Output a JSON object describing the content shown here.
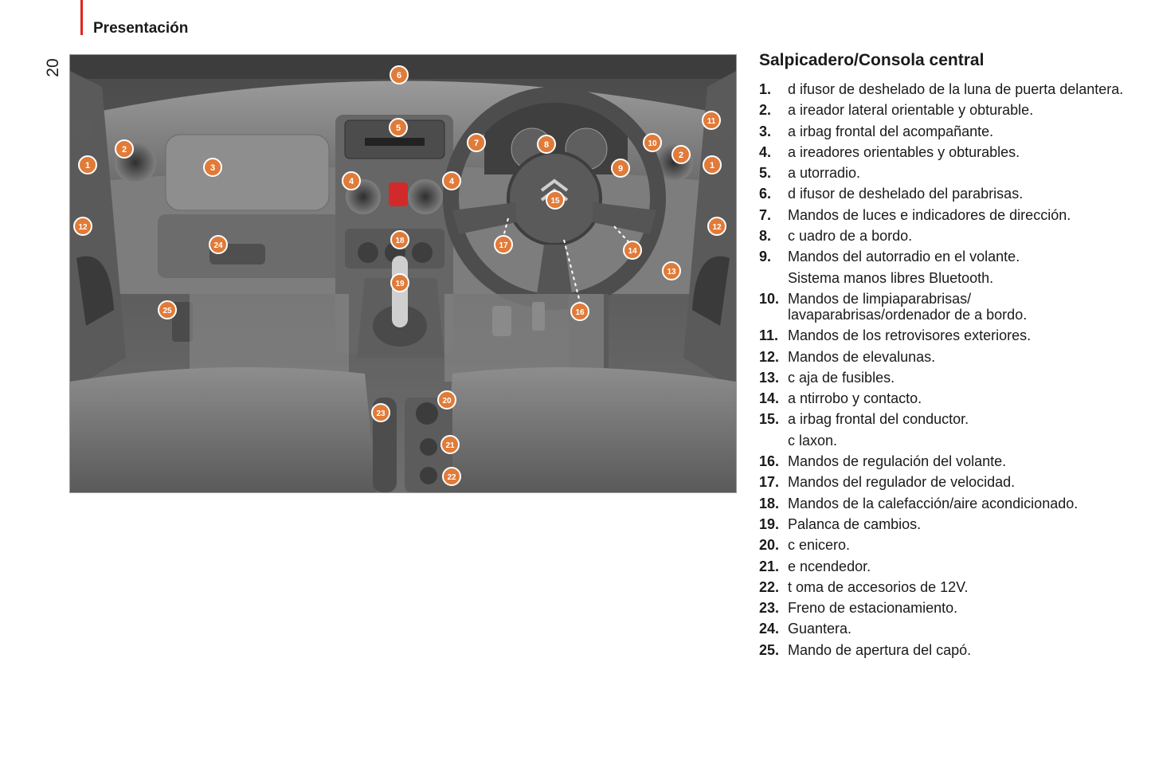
{
  "header": {
    "section_title": "Presentación",
    "page_number": "20"
  },
  "figure": {
    "callouts": [
      "1",
      "2",
      "3",
      "4",
      "5",
      "6",
      "7",
      "8",
      "9",
      "10",
      "11",
      "12",
      "13",
      "14",
      "15",
      "16",
      "17",
      "18",
      "19",
      "20",
      "21",
      "22",
      "23",
      "24",
      "25"
    ],
    "colors": {
      "callout_fill": "#e07b39",
      "callout_stroke": "#ffffff",
      "hazard_button": "#d22a2a"
    }
  },
  "heading": "Salpicadero/Consola central",
  "legend": [
    {
      "num": "1.",
      "text": "d ifusor de deshelado de la luna de puerta delantera."
    },
    {
      "num": "2.",
      "text": "a ireador lateral orientable y obturable."
    },
    {
      "num": "3.",
      "text": "a irbag frontal del acompañante."
    },
    {
      "num": "4.",
      "text": "a ireadores orientables y obturables."
    },
    {
      "num": "5.",
      "text": "a utorradio."
    },
    {
      "num": "6.",
      "text": "d ifusor de deshelado del parabrisas."
    },
    {
      "num": "7.",
      "text": "Mandos de luces e indicadores de dirección."
    },
    {
      "num": "8.",
      "text": "c uadro de a bordo."
    },
    {
      "num": "9.",
      "text": "Mandos del autorradio en el volante.",
      "extra": "Sistema manos libres Bluetooth."
    },
    {
      "num": "10.",
      "text": "Mandos de limpiaparabrisas/ lavaparabrisas/ordenador de a bordo."
    },
    {
      "num": "11.",
      "text": "Mandos de los retrovisores exteriores."
    },
    {
      "num": "12.",
      "text": "Mandos de elevalunas."
    },
    {
      "num": "13.",
      "text": "c aja de fusibles."
    },
    {
      "num": "14.",
      "text": "a ntirrobo y contacto."
    },
    {
      "num": "15.",
      "text": "a irbag frontal del conductor.",
      "extra": "c laxon."
    },
    {
      "num": "16.",
      "text": "Mandos de regulación del volante."
    },
    {
      "num": "17.",
      "text": "Mandos del regulador de velocidad."
    },
    {
      "num": "18.",
      "text": "Mandos de la calefacción/aire acondicionado."
    },
    {
      "num": "19.",
      "text": "Palanca de cambios."
    },
    {
      "num": "20.",
      "text": "c enicero."
    },
    {
      "num": "21.",
      "text": "e ncendedor."
    },
    {
      "num": "22.",
      "text": "t oma de accesorios de 12V."
    },
    {
      "num": "23.",
      "text": "Freno de estacionamiento."
    },
    {
      "num": "24.",
      "text": "Guantera."
    },
    {
      "num": "25.",
      "text": "Mando de apertura del capó."
    }
  ]
}
